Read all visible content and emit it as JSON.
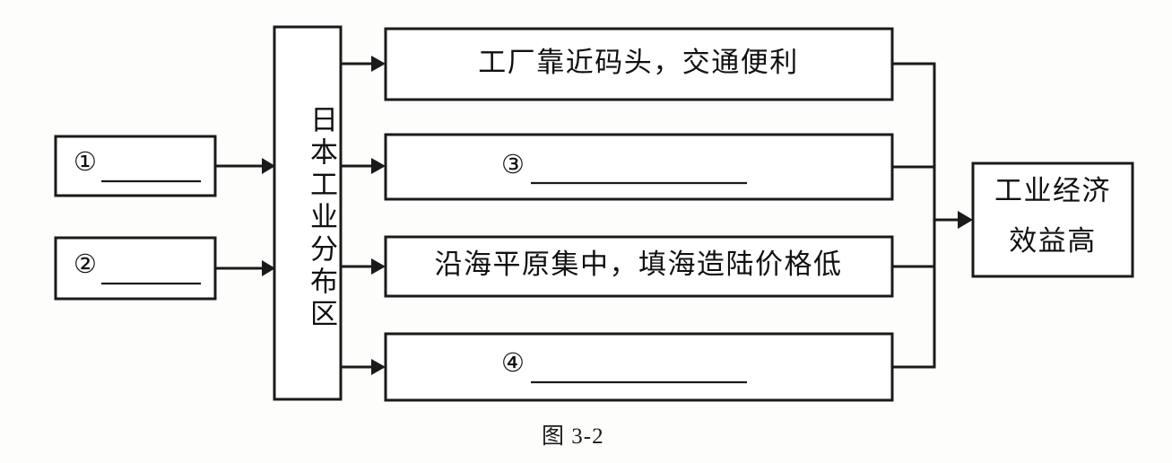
{
  "figure": {
    "caption": "图 3-2",
    "type": "flowchart",
    "orientation": "left-to-right",
    "line_color": "#1a1a1a",
    "background_color": "#fdfdfc"
  },
  "nodes": {
    "inputs": [
      {
        "id": "input-1",
        "marker": "①",
        "text": "",
        "blank": true
      },
      {
        "id": "input-2",
        "marker": "②",
        "text": "",
        "blank": true
      }
    ],
    "hub": {
      "id": "hub",
      "label": "日本工业分布区",
      "vertical": true
    },
    "effects": [
      {
        "id": "effect-1",
        "marker": "",
        "text": "工厂靠近码头，交通便利",
        "blank": false
      },
      {
        "id": "effect-2",
        "marker": "③",
        "text": "",
        "blank": true
      },
      {
        "id": "effect-3",
        "marker": "",
        "text": "沿海平原集中，填海造陆价格低",
        "blank": false
      },
      {
        "id": "effect-4",
        "marker": "④",
        "text": "",
        "blank": true
      }
    ],
    "outcome": {
      "id": "outcome",
      "line1": "工业经济",
      "line2": "效益高"
    }
  },
  "icons": {
    "arrow": "arrow-right-icon"
  }
}
